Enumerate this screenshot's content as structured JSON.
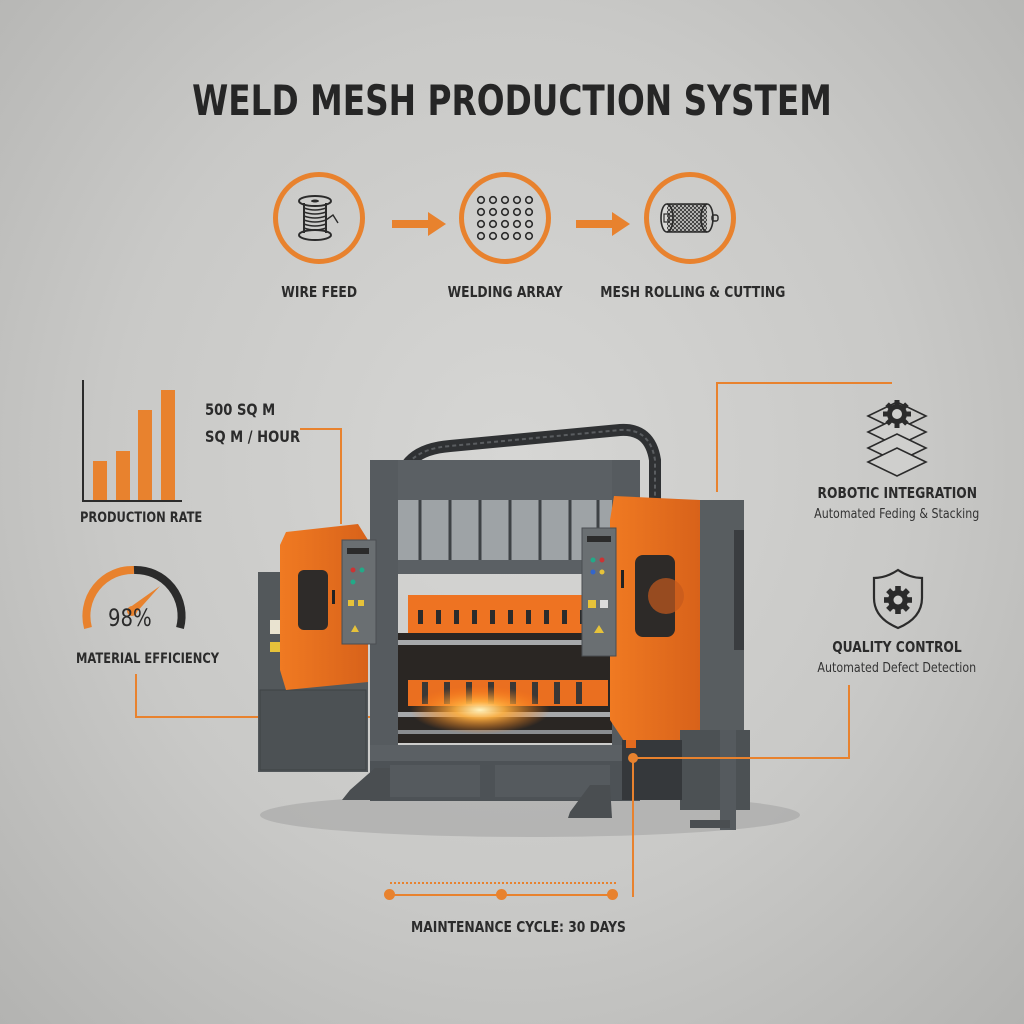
{
  "title": "WELD MESH PRODUCTION SYSTEM",
  "colors": {
    "accent": "#e8822e",
    "dark": "#2b2b2b",
    "machine_gray": "#555a5c",
    "background": "#cfcfcd"
  },
  "process_steps": [
    {
      "label": "WIRE FEED",
      "icon": "wire-spool-icon"
    },
    {
      "label": "WELDING ARRAY",
      "icon": "dot-grid-icon"
    },
    {
      "label": "MESH ROLLING & CUTTING",
      "icon": "mesh-roll-icon"
    }
  ],
  "production_rate": {
    "label": "PRODUCTION RATE",
    "value_line1": "500 SQ M",
    "value_line2": "SQ M / HOUR",
    "bars": [
      40,
      50,
      92,
      110
    ]
  },
  "material_efficiency": {
    "value": "98%",
    "label": "MATERIAL EFFICIENCY",
    "percent": 98
  },
  "robotic_integration": {
    "title": "ROBOTIC INTEGRATION",
    "subtitle": "Automated Feding & Stacking",
    "icon": "layers-gear-icon"
  },
  "quality_control": {
    "title": "QUALITY CONTROL",
    "subtitle": "Automated Defect Detection",
    "icon": "shield-gear-icon"
  },
  "maintenance": {
    "label": "MAINTENANCE CYCLE: 30 DAYS",
    "nodes": 3
  }
}
